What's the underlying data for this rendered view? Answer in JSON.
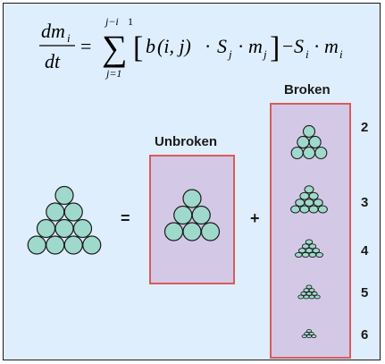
{
  "equation": {
    "lhs_num": "dm",
    "lhs_num_sub": "i",
    "lhs_den": "dt",
    "equals": "=",
    "sum_upper": "j−i",
    "sum_upper_extra": "1",
    "sum_lower": "j=1",
    "sigma": "∑",
    "term_b": "b",
    "term_args": "(i, j)",
    "dot1": "·",
    "S": "S",
    "S_sub_j": "j",
    "dot2": "·",
    "m": "m",
    "m_sub_j": "j",
    "minus": "−",
    "S2": "S",
    "S2_sub": "i",
    "dot3": "·",
    "m2": "m",
    "m2_sub": "i"
  },
  "labels": {
    "broken": "Broken",
    "unbroken": "Unbroken",
    "equals_sign": "=",
    "plus_sign": "+"
  },
  "broken_sizes": [
    "2",
    "3",
    "4",
    "5",
    "6"
  ],
  "colors": {
    "panel_bg": "#dfeefc",
    "box_fill": "#d3c9e6",
    "box_border": "#d95b5b",
    "circle_fill": "#9fd9cc",
    "circle_stroke": "#1a1a1a"
  }
}
